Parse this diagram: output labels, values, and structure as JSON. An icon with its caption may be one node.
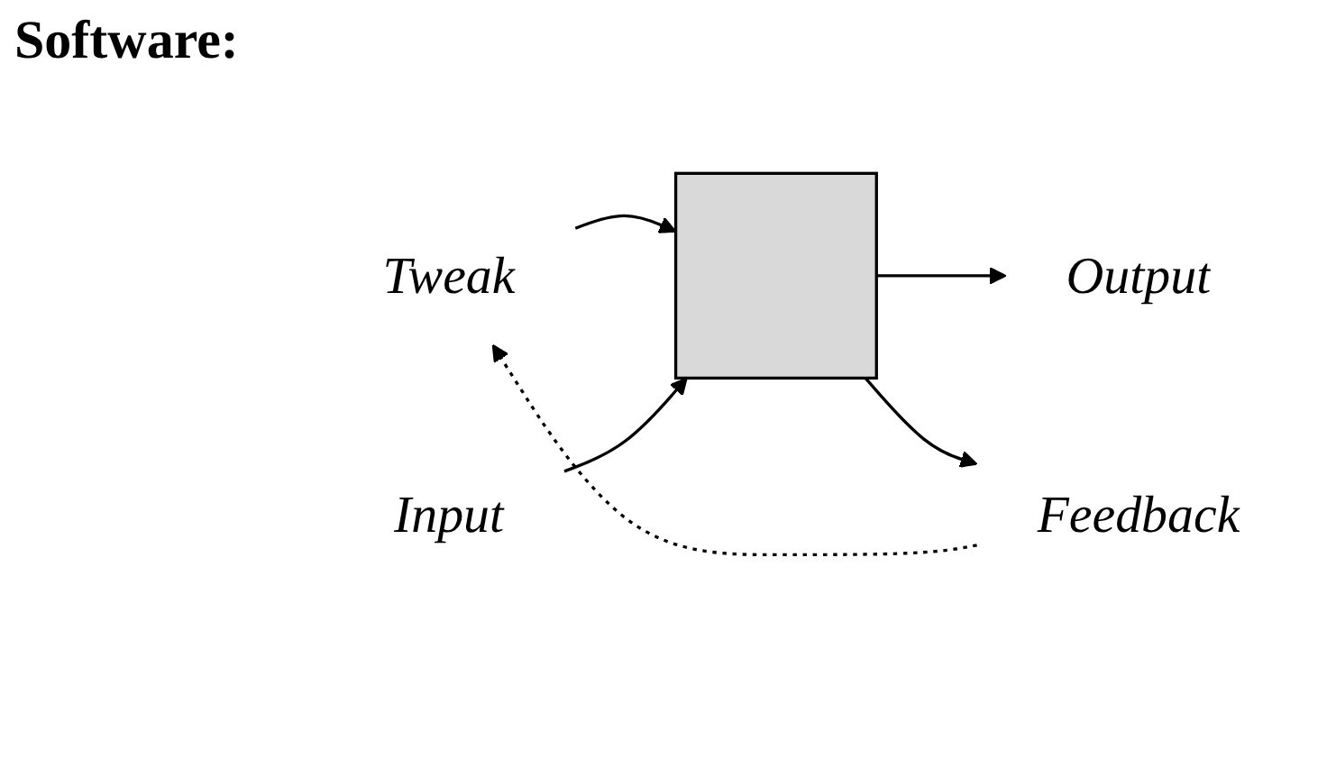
{
  "diagram": {
    "title": "Software:",
    "nodes": [
      {
        "text": [
          "Tweak"
        ]
      },
      {
        "text": [],
        "shape": "box"
      },
      {
        "text": [
          "Input"
        ]
      },
      {
        "text": [
          "Output"
        ]
      },
      {
        "text": [
          "Feedback"
        ]
      }
    ],
    "edges": [
      {
        "from": 0,
        "to": 1,
        "arrow": "to"
      },
      {
        "from": 2,
        "to": 1,
        "arrow": "to"
      },
      {
        "from": 1,
        "to": 3,
        "arrow": "to"
      },
      {
        "from": 1,
        "to": 4,
        "arrow": "to"
      },
      {
        "from": 4,
        "to": 0,
        "arrow": "to",
        "style": "dashed"
      }
    ]
  }
}
